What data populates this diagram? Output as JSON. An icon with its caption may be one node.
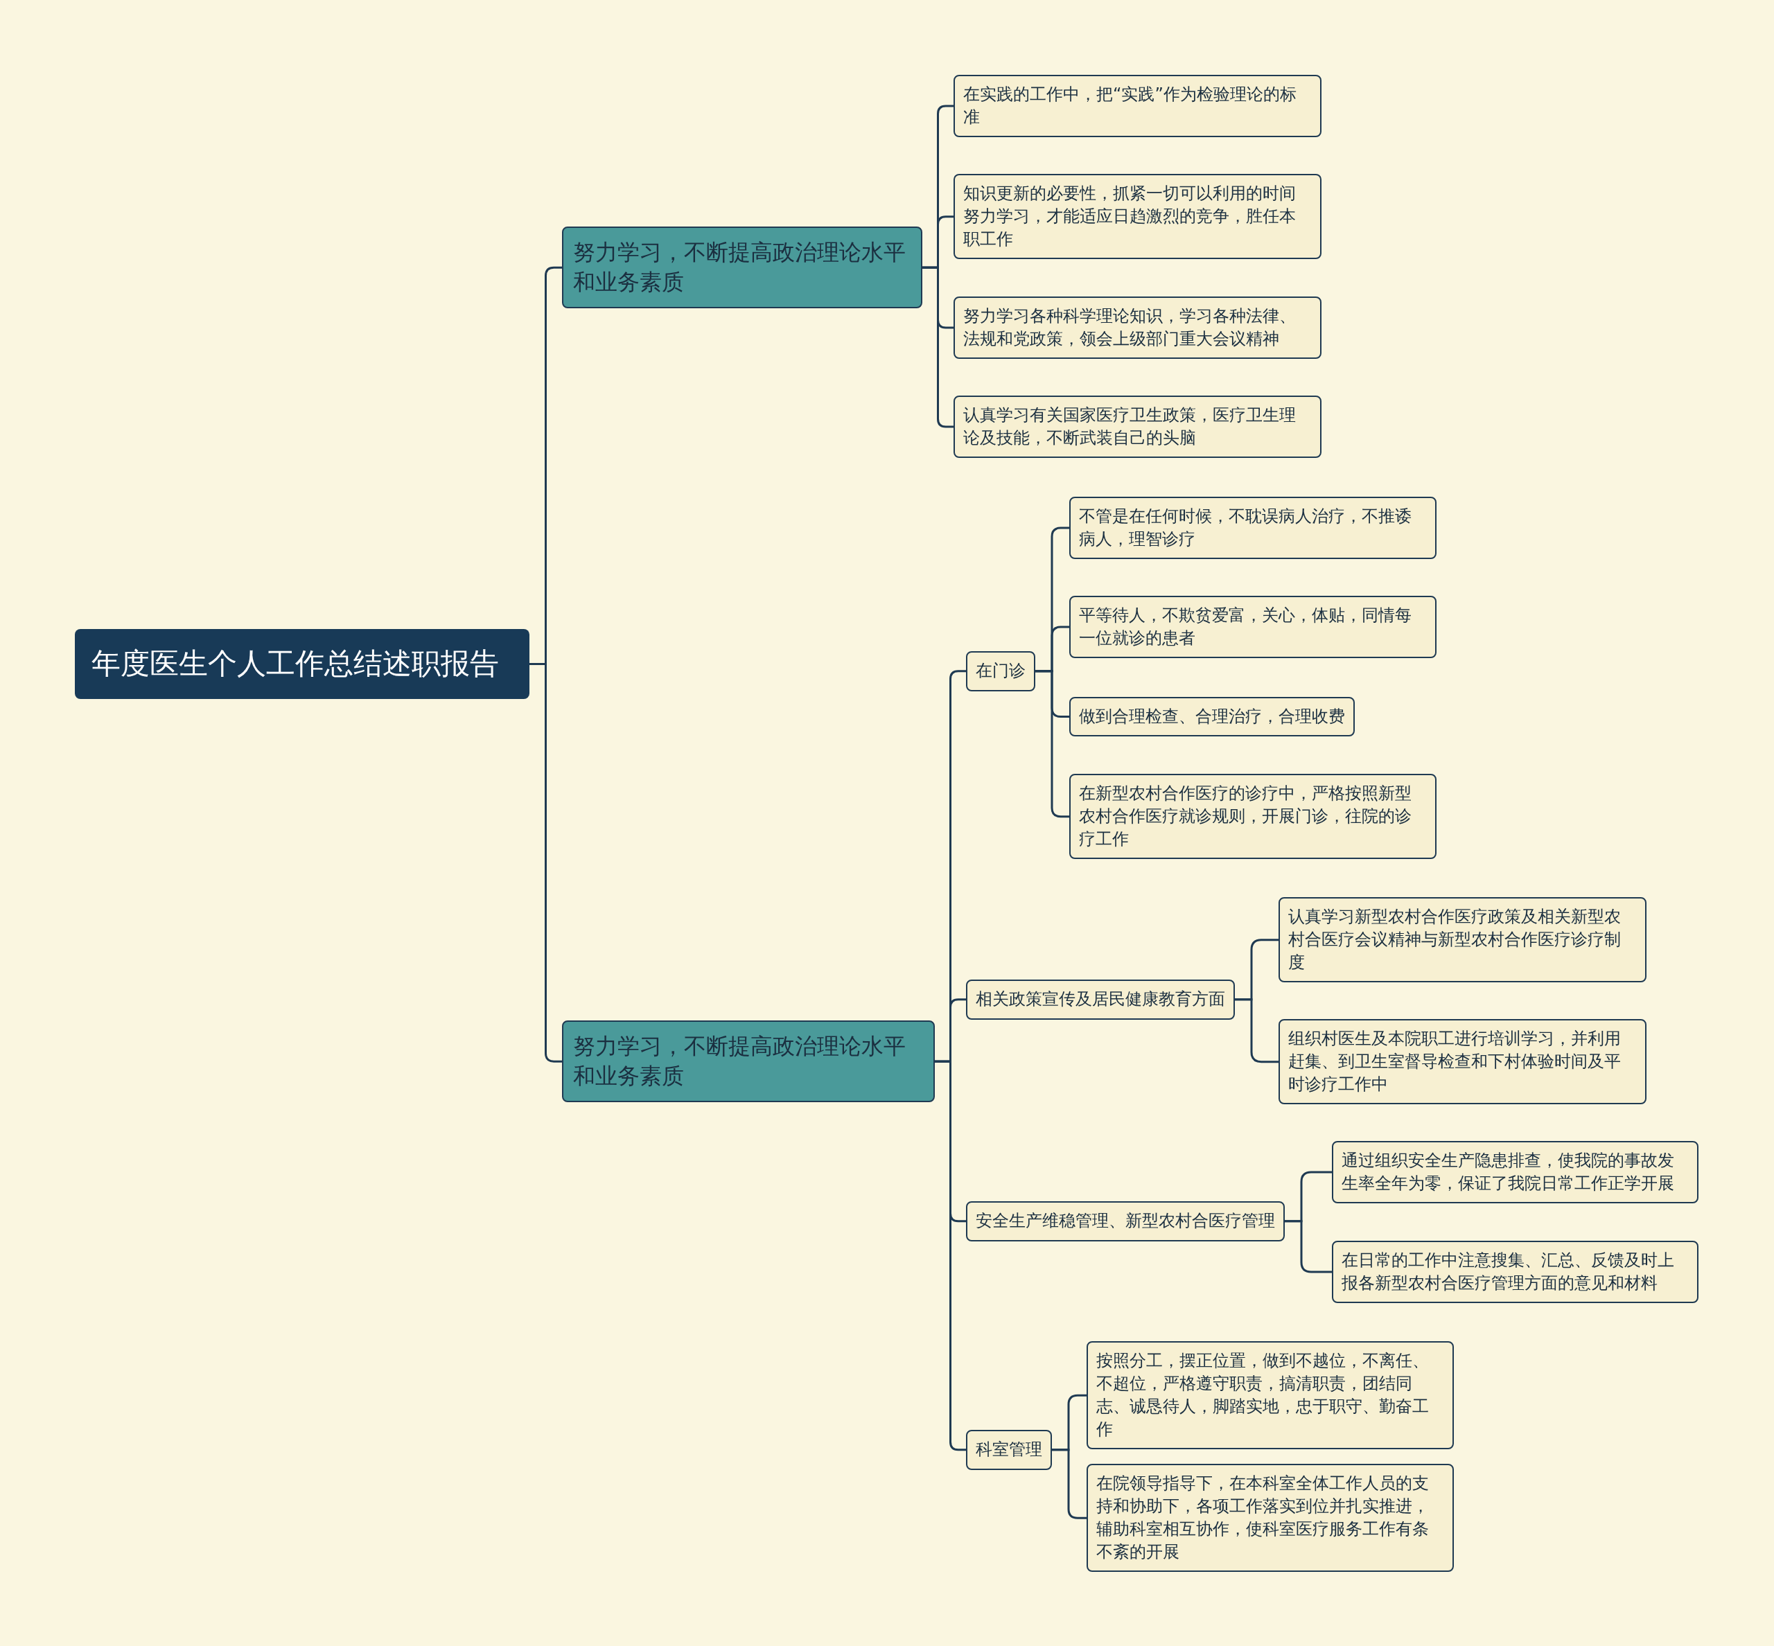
{
  "diagram": {
    "nodes": [
      {
        "text": [
          "年度医生个人工作总结述职报告"
        ]
      },
      {
        "text": [
          "努力学习，不断提高政治理论水平和业务素质"
        ]
      },
      {
        "text": [
          "在实践的工作中，把“实践”作为检验理论的标准"
        ]
      },
      {
        "text": [
          "知识更新的必要性，抓紧一切可以利用的时间努力学习，才能适应日趋激烈的竞争，胜任本职工作"
        ]
      },
      {
        "text": [
          "努力学习各种科学理论知识，学习各种法律、法规和党政策，领会上级部门重大会议精神"
        ]
      },
      {
        "text": [
          "认真学习有关国家医疗卫生政策，医疗卫生理论及技能，不断武装自己的头脑"
        ]
      },
      {
        "text": [
          "努力学习，不断提高政治理论水平和业务素质"
        ]
      },
      {
        "text": [
          "在门诊"
        ]
      },
      {
        "text": [
          "不管是在任何时候，不耽误病人治疗，不推诿病人，理智诊疗"
        ]
      },
      {
        "text": [
          "平等待人，不欺贫爱富，关心，体贴，同情每一位就诊的患者"
        ]
      },
      {
        "text": [
          "做到合理检查、合理治疗，合理收费"
        ]
      },
      {
        "text": [
          "在新型农村合作医疗的诊疗中，严格按照新型农村合作医疗就诊规则，开展门诊，往院的诊疗工作"
        ]
      },
      {
        "text": [
          "相关政策宣传及居民健康教育方面"
        ]
      },
      {
        "text": [
          "认真学习新型农村合作医疗政策及相关新型农村合医疗会议精神与新型农村合作医疗诊疗制度"
        ]
      },
      {
        "text": [
          "组织村医生及本院职工进行培训学习，并利用赶集、到卫生室督导检查和下村体验时间及平时诊疗工作中"
        ]
      },
      {
        "text": [
          "安全生产维稳管理、新型农村合医疗管理"
        ]
      },
      {
        "text": [
          "通过组织安全生产隐患排查，使我院的事故发生率全年为零，保证了我院日常工作正学开展"
        ]
      },
      {
        "text": [
          "在日常的工作中注意搜集、汇总、反馈及时上报各新型农村合医疗管理方面的意见和材料"
        ]
      },
      {
        "text": [
          "科室管理"
        ]
      },
      {
        "text": [
          "按照分工，摆正位置，做到不越位，不离任、不超位，严格遵守职责，搞清职责，团结同志、诚恳待人，脚踏实地，忠于职守、勤奋工作"
        ]
      },
      {
        "text": [
          "在院领导指导下，在本科室全体工作人员的支持和协助下，各项工作落实到位并扎实推进，辅助科室相互协作，使科室医疗服务工作有条不紊的开展"
        ]
      }
    ],
    "edges": [
      {
        "from": 0,
        "to": 1,
        "arrow": "none"
      },
      {
        "from": 0,
        "to": 6,
        "arrow": "none"
      },
      {
        "from": 1,
        "to": 2,
        "arrow": "none"
      },
      {
        "from": 1,
        "to": 3,
        "arrow": "none"
      },
      {
        "from": 1,
        "to": 4,
        "arrow": "none"
      },
      {
        "from": 1,
        "to": 5,
        "arrow": "none"
      },
      {
        "from": 6,
        "to": 7,
        "arrow": "none"
      },
      {
        "from": 6,
        "to": 12,
        "arrow": "none"
      },
      {
        "from": 6,
        "to": 15,
        "arrow": "none"
      },
      {
        "from": 6,
        "to": 18,
        "arrow": "none"
      },
      {
        "from": 7,
        "to": 8,
        "arrow": "none"
      },
      {
        "from": 7,
        "to": 9,
        "arrow": "none"
      },
      {
        "from": 7,
        "to": 10,
        "arrow": "none"
      },
      {
        "from": 7,
        "to": 11,
        "arrow": "none"
      },
      {
        "from": 12,
        "to": 13,
        "arrow": "none"
      },
      {
        "from": 12,
        "to": 14,
        "arrow": "none"
      },
      {
        "from": 15,
        "to": 16,
        "arrow": "none"
      },
      {
        "from": 15,
        "to": 17,
        "arrow": "none"
      },
      {
        "from": 18,
        "to": 19,
        "arrow": "none"
      },
      {
        "from": 18,
        "to": 20,
        "arrow": "none"
      }
    ]
  }
}
